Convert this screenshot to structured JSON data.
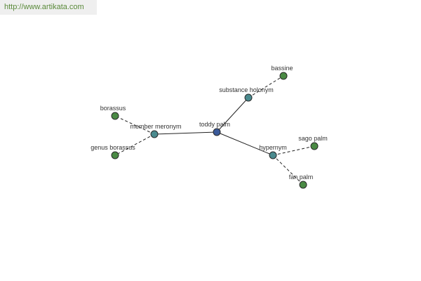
{
  "header": {
    "url": "http://www.artikata.com"
  },
  "colors": {
    "center": "#3b5a9a",
    "relation": "#4a8a8e",
    "leaf": "#4a8a44"
  },
  "graph": {
    "nodes": [
      {
        "id": "toddy",
        "label": "toddy palm",
        "kind": "center"
      },
      {
        "id": "member",
        "label": "member meronym",
        "kind": "relation"
      },
      {
        "id": "substance",
        "label": "substance holonym",
        "kind": "relation"
      },
      {
        "id": "hypernym",
        "label": "hypernym",
        "kind": "relation"
      },
      {
        "id": "borassus",
        "label": "borassus",
        "kind": "leaf"
      },
      {
        "id": "genus",
        "label": "genus borassus",
        "kind": "leaf"
      },
      {
        "id": "bassine",
        "label": "bassine",
        "kind": "leaf"
      },
      {
        "id": "sago",
        "label": "sago palm",
        "kind": "leaf"
      },
      {
        "id": "fan",
        "label": "fan palm",
        "kind": "leaf"
      }
    ],
    "edges": [
      {
        "from": "toddy",
        "to": "member",
        "style": "solid"
      },
      {
        "from": "toddy",
        "to": "substance",
        "style": "solid"
      },
      {
        "from": "toddy",
        "to": "hypernym",
        "style": "solid"
      },
      {
        "from": "member",
        "to": "borassus",
        "style": "dashed"
      },
      {
        "from": "member",
        "to": "genus",
        "style": "dashed"
      },
      {
        "from": "substance",
        "to": "bassine",
        "style": "dashed"
      },
      {
        "from": "hypernym",
        "to": "sago",
        "style": "dashed"
      },
      {
        "from": "hypernym",
        "to": "fan",
        "style": "dashed"
      }
    ]
  }
}
